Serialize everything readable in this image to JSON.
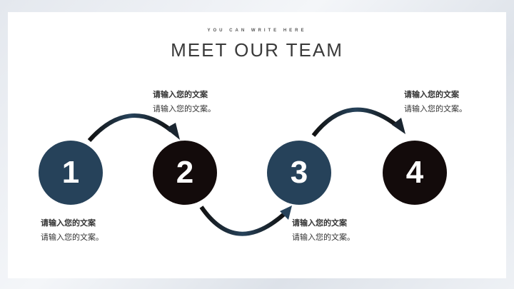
{
  "header": {
    "subtitle": "YOU CAN WRITE HERE",
    "title": "MEET OUR TEAM"
  },
  "steps": [
    {
      "number": "1",
      "heading": "请输入您的文案",
      "body": "请输入您的文案。",
      "color": "#26425a"
    },
    {
      "number": "2",
      "heading": "请输入您的文案",
      "body": "请输入您的文案。",
      "color": "#130b0b"
    },
    {
      "number": "3",
      "heading": "请输入您的文案",
      "body": "请输入您的文案。",
      "color": "#26425a"
    },
    {
      "number": "4",
      "heading": "请输入您的文案",
      "body": "请输入您的文案。",
      "color": "#130b0b"
    }
  ]
}
